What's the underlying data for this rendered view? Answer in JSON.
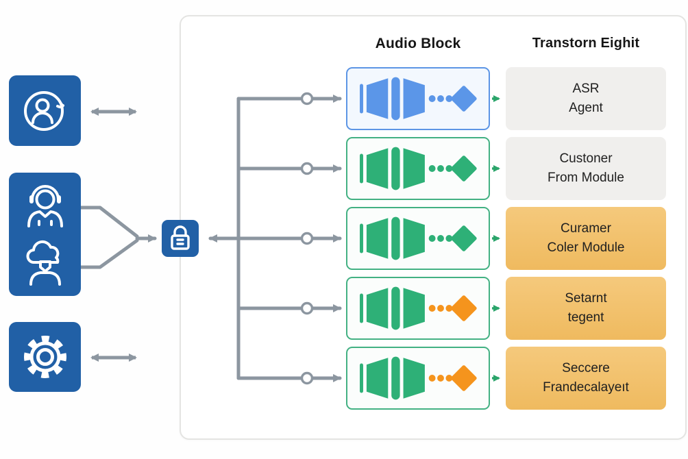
{
  "headers": {
    "audio_block": "Audio Block",
    "transform_eight": "Transtorn Eighit"
  },
  "rows": [
    {
      "line1": "ASR",
      "line2": "Agent",
      "label_style": "gray",
      "block_color": "blue",
      "diamond_color": "blue",
      "dots_color": "blue"
    },
    {
      "line1": "Custoner",
      "line2": "From Module",
      "label_style": "gray",
      "block_color": "green",
      "diamond_color": "green",
      "dots_color": "green"
    },
    {
      "line1": "Curamer",
      "line2": "Coler Module",
      "label_style": "orange",
      "block_color": "green",
      "diamond_color": "green",
      "dots_color": "green"
    },
    {
      "line1": "Setarnt",
      "line2": "tegent",
      "label_style": "orange",
      "block_color": "green",
      "diamond_color": "orange",
      "dots_color": "orange"
    },
    {
      "line1": "Seccere",
      "line2": "Frandecalayeıt",
      "label_style": "orange",
      "block_color": "green",
      "diamond_color": "orange",
      "dots_color": "orange"
    }
  ],
  "left_nodes": [
    {
      "icon": "user-circle-icon"
    },
    {
      "icon": "headset-agent-icon-and-cloud-shield-icon"
    },
    {
      "icon": "gear-icon"
    }
  ],
  "center_node": {
    "icon": "lock-icon"
  },
  "colors": {
    "node_blue": "#2160a6",
    "codec_blue": "#5b96e8",
    "codec_green": "#2eb077",
    "accent_orange": "#f5941d",
    "label_gray": "#f0efed",
    "label_orange": "#f2c36e",
    "connector_gray": "#8c96a0",
    "arrow_green": "#2ba56b"
  }
}
